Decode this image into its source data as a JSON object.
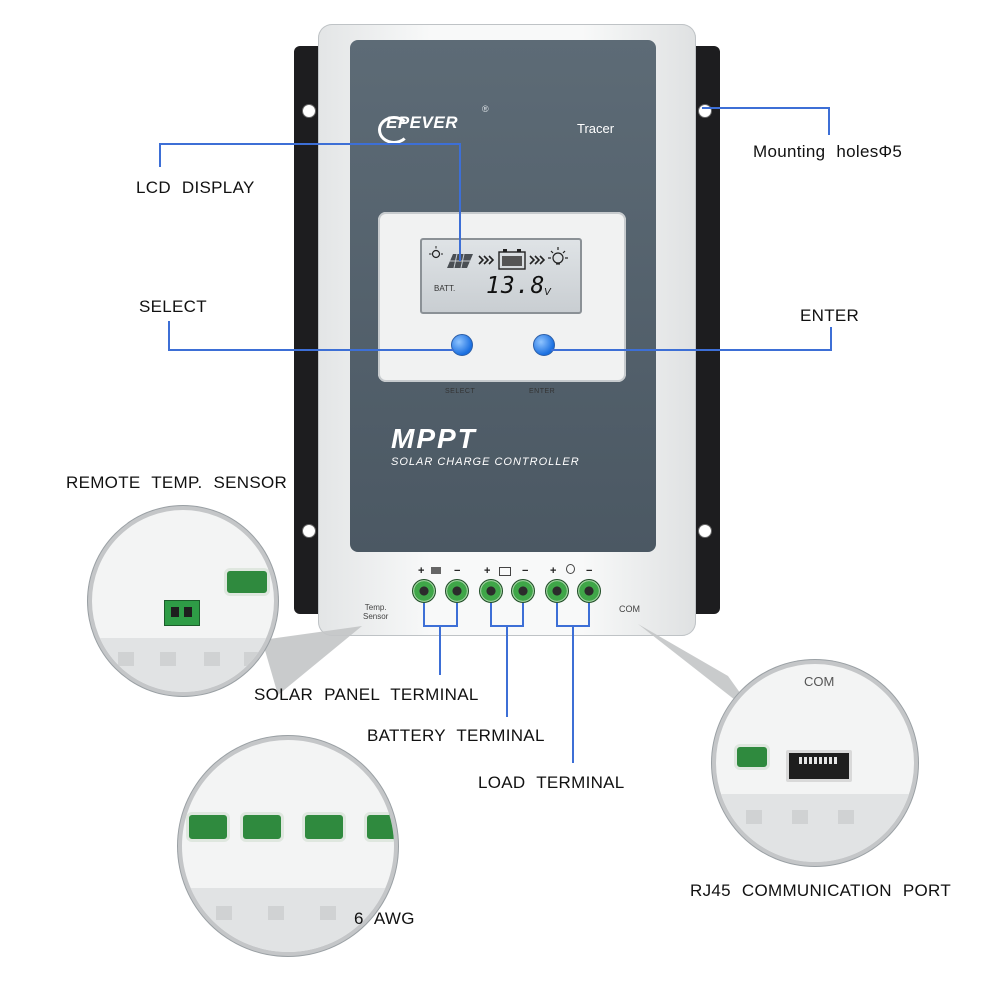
{
  "product": {
    "brand": "EPEVER",
    "brand_mark": "®",
    "model": "Tracer",
    "title": "MPPT",
    "subtitle": "SOLAR CHARGE CONTROLLER",
    "lcd": {
      "label": "BATT.",
      "value": "13.8",
      "unit": "V"
    },
    "buttons": {
      "select": "SELECT",
      "enter": "ENTER"
    },
    "port_labels": {
      "temp_sensor": "Temp.\nSensor",
      "com": "COM"
    },
    "terminal_polarity": [
      "+",
      "−",
      "+",
      "−",
      "+",
      "−"
    ]
  },
  "callouts": {
    "mounting_holes": "Mounting holesΦ5",
    "lcd_display": "LCD DISPLAY",
    "select": "SELECT",
    "enter": "ENTER",
    "remote_temp_sensor": "REMOTE TEMP. SENSOR",
    "solar_panel_terminal": "SOLAR PANEL TERMINAL",
    "battery_terminal": "BATTERY TERMINAL",
    "load_terminal": "LOAD TERMINAL",
    "rj45_port": "RJ45 COMMUNICATION PORT",
    "wire_gauge": "6 AWG"
  },
  "zoom_labels": {
    "com": "COM"
  },
  "colors": {
    "leader_line": "#3d6fd6",
    "panel": "#56636e",
    "button": "#1a6fe0",
    "terminal": "#3fa648"
  }
}
